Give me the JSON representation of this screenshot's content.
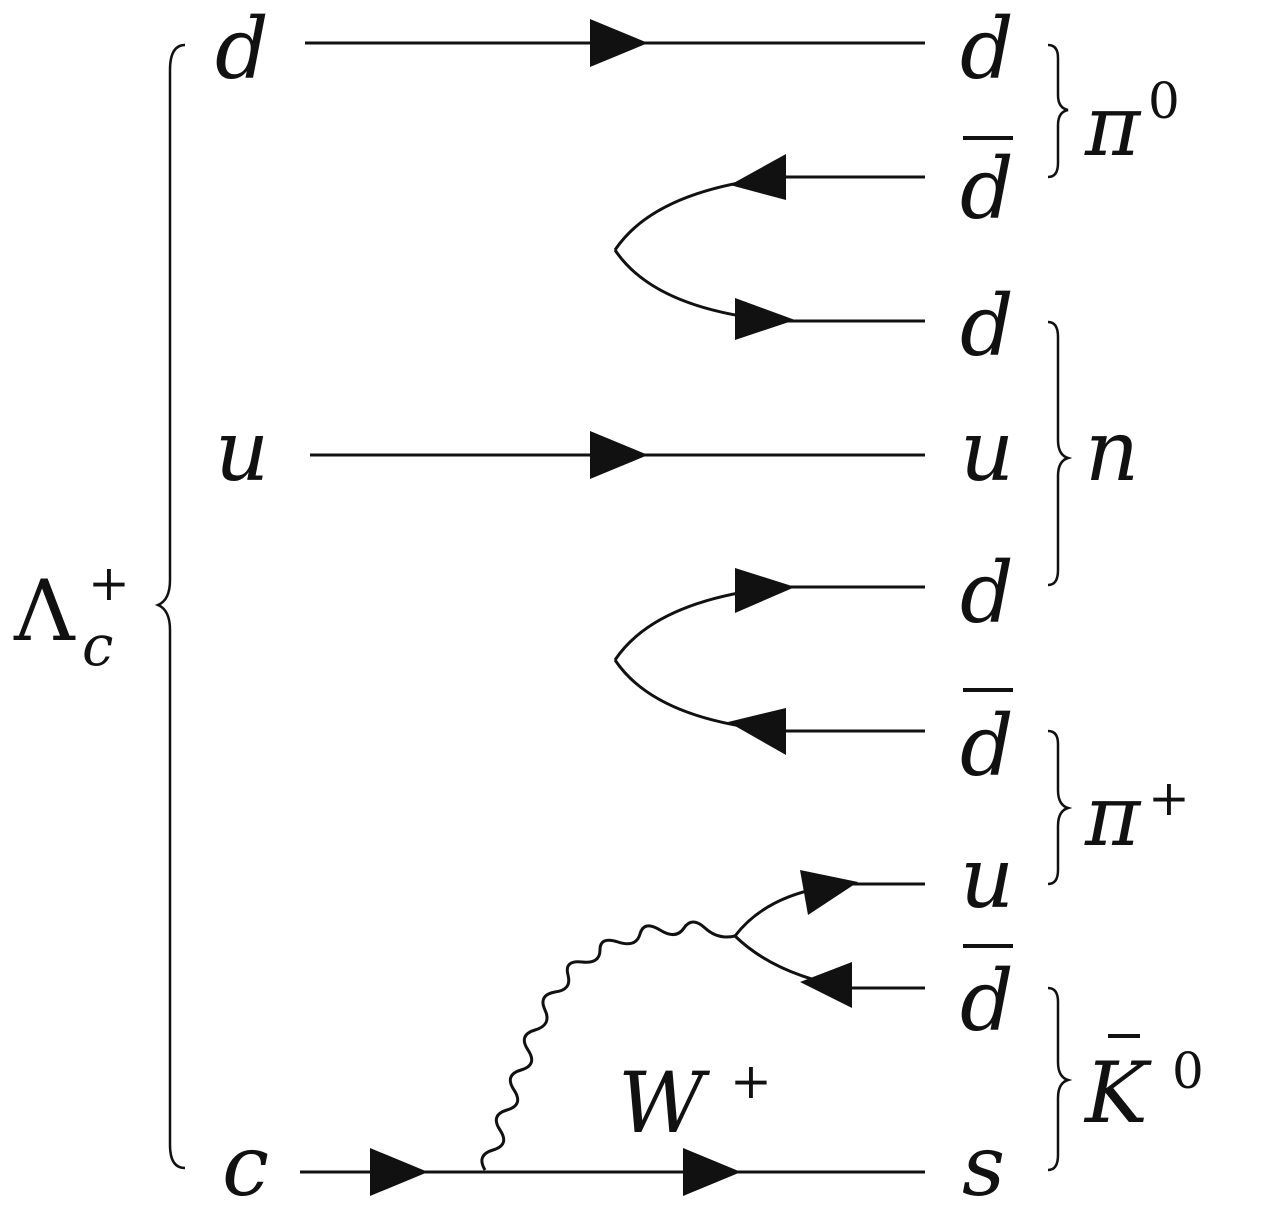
{
  "parent": {
    "base": "Λ",
    "sub": "c",
    "sup": "+"
  },
  "left_quarks": [
    "d",
    "u",
    "c"
  ],
  "right_quarks": [
    "d",
    "d",
    "d",
    "u",
    "d",
    "d",
    "u",
    "d",
    "s"
  ],
  "boson": {
    "base": "W",
    "sup": "+"
  },
  "hadrons": {
    "pi0": {
      "base": "π",
      "sup": "0"
    },
    "n": {
      "base": "n"
    },
    "pip": {
      "base": "π",
      "sup": "+"
    },
    "k0bar": {
      "base": "K",
      "sup": "0"
    }
  }
}
